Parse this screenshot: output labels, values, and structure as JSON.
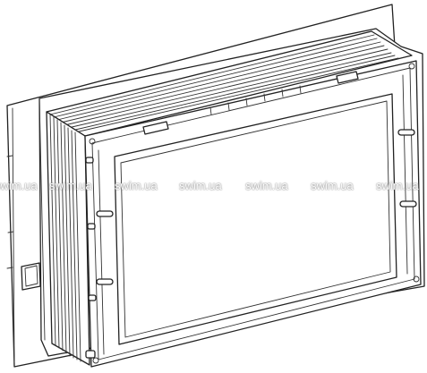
{
  "watermark": {
    "text": "swim.ua",
    "repeat_labels": [
      "swim.ua",
      "swim.ua",
      "swim.ua",
      "swim.ua",
      "swim.ua",
      "swim.ua",
      "swim.ua"
    ]
  },
  "drawing": {
    "line_color": "#222222",
    "background": "#ffffff"
  }
}
